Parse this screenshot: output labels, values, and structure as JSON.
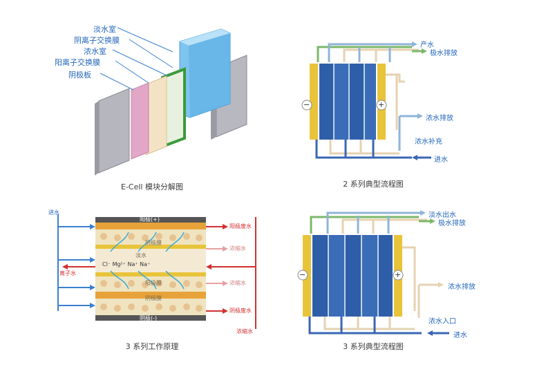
{
  "panels": {
    "exploded": {
      "labels": [
        "淡水室",
        "阴离子交换膜",
        "浓水室",
        "阳离子交换膜",
        "阴极板"
      ],
      "caption": "E-Cell  模块分解图"
    },
    "flow2": {
      "labels": {
        "product": "产水",
        "electrode_drain": "极水排放",
        "concentrate_drain": "浓水排放",
        "concentrate_makeup": "浓水补充",
        "feed": "进水"
      },
      "minus": "−",
      "plus": "+",
      "caption": "2  系列典型流程图"
    },
    "principle": {
      "labels": {
        "feed": "进水",
        "anode": "阳极(+)",
        "anode_waste": "阳极废水",
        "membrane_top": "阴极膜",
        "conc_top": "浓缩水",
        "dilute": "淡水",
        "ions": "Cl⁻ Mg²⁺ Na⁺ Na⁺",
        "product_water": "离子水",
        "membrane_mid": "阳极膜",
        "conc_mid": "浓缩水",
        "membrane_bottom": "阴极膜",
        "cathode_waste": "阴极废水",
        "cathode": "阴极(-)",
        "conc_in": "浓缩水"
      },
      "caption": "3  系列工作原理"
    },
    "flow3": {
      "labels": {
        "dilute_out": "淡水出水",
        "electrode_drain": "极水排放",
        "concentrate_drain": "浓水排放",
        "concentrate_in": "浓水入口",
        "feed": "进水"
      },
      "minus": "−",
      "plus": "+",
      "caption": "3  系列典型流程图"
    }
  },
  "colors": {
    "label_blue": "#2266bb",
    "arrow_red": "#d03030",
    "arrow_blue": "#3a7fd0",
    "pipe_blue": "#3a66b4",
    "pipe_light": "#8fb4d8",
    "pipe_tan": "#e6d2b0",
    "pipe_green": "#7ab86a",
    "electrode_yellow": "#e8c43a",
    "resin_blue": "#2f5ea8",
    "plate_gray": "#a8a8b0"
  }
}
